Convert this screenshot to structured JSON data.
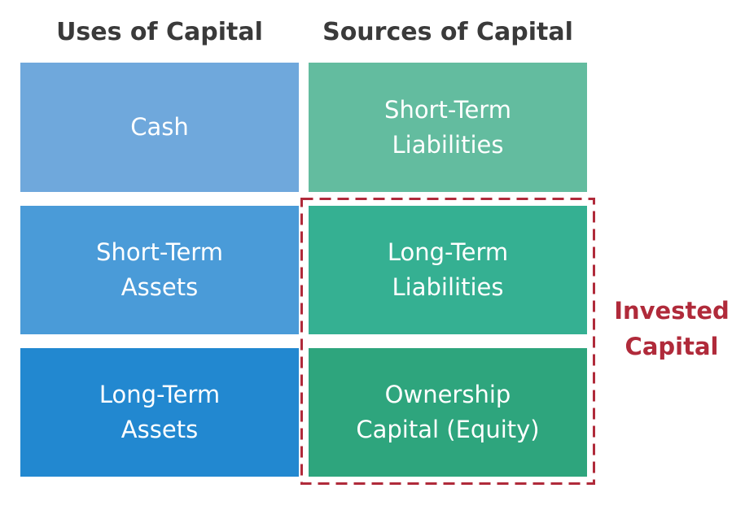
{
  "headers": {
    "uses": "Uses of Capital",
    "sources": "Sources of Capital"
  },
  "uses": [
    {
      "label": "Cash",
      "color": "#6fa8dc"
    },
    {
      "label": "Short-Term\nAssets",
      "color": "#4a9bd8"
    },
    {
      "label": "Long-Term\nAssets",
      "color": "#2288d0"
    }
  ],
  "sources": [
    {
      "label": "Short-Term\nLiabilities",
      "color": "#63bc9f"
    },
    {
      "label": "Long-Term\nLiabilities",
      "color": "#35b092"
    },
    {
      "label": "Ownership\nCapital (Equity)",
      "color": "#2ea57d"
    }
  ],
  "invested_capital": {
    "label": "Invested\nCapital",
    "color": "#b02a3a"
  }
}
